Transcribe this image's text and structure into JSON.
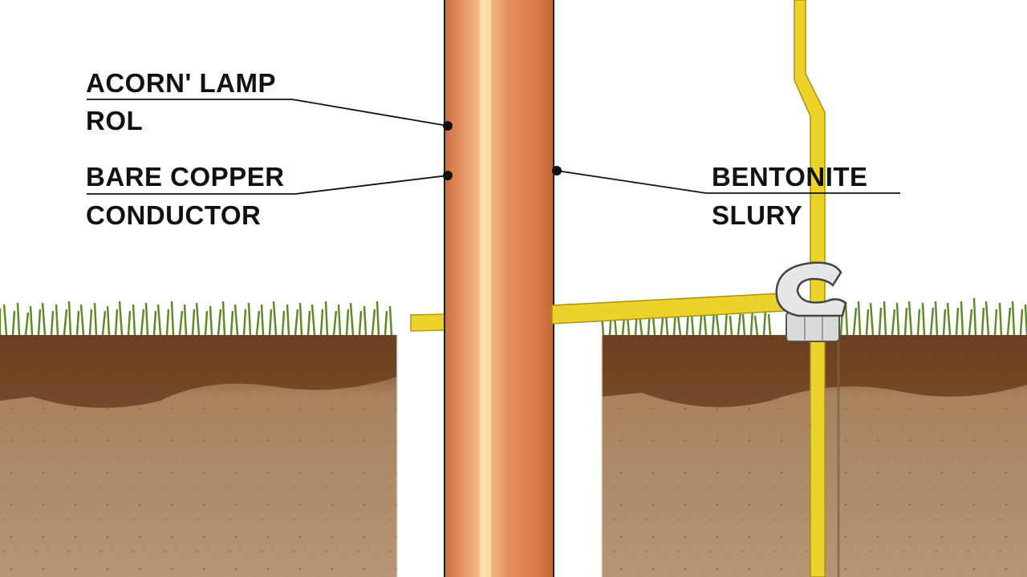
{
  "labels": {
    "acorn_lamp_line1": "ACORN' LAMP",
    "acorn_lamp_line2": "ROL",
    "bare_copper_line1": "BARE COPPER",
    "bare_copper_line2": "CONDUCTOR",
    "bentonite_line1": "BENTONITE",
    "bentonite_line2": "SLURY"
  },
  "colors": {
    "copper_rod": "#e08a5a",
    "copper_highlight": "#f6cf8e",
    "conductor_yellow": "#ecd22a",
    "grass": "#5f8a2c",
    "topsoil": "#7a4a26",
    "subsoil": "#b08a66",
    "bentonite_fill": "#ffffff",
    "clamp": "#d9d9d9",
    "leader_line": "#111111"
  },
  "icons": {
    "clamp": "acorn-clamp-icon"
  }
}
